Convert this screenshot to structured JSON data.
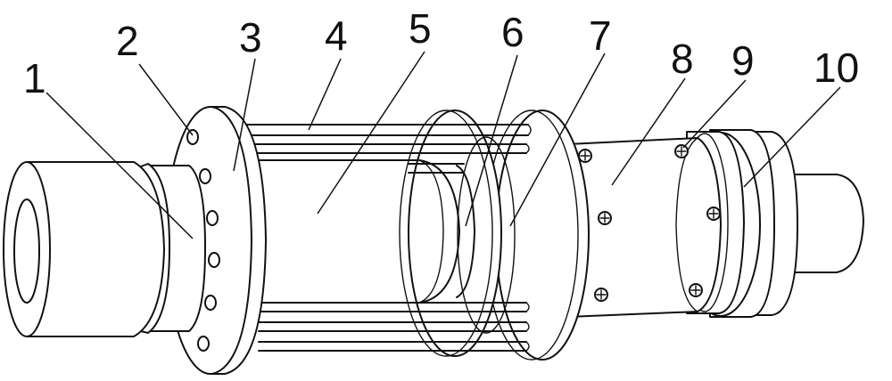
{
  "part_labels": [
    "1",
    "2",
    "3",
    "4",
    "5",
    "6",
    "7",
    "8",
    "9",
    "10"
  ]
}
